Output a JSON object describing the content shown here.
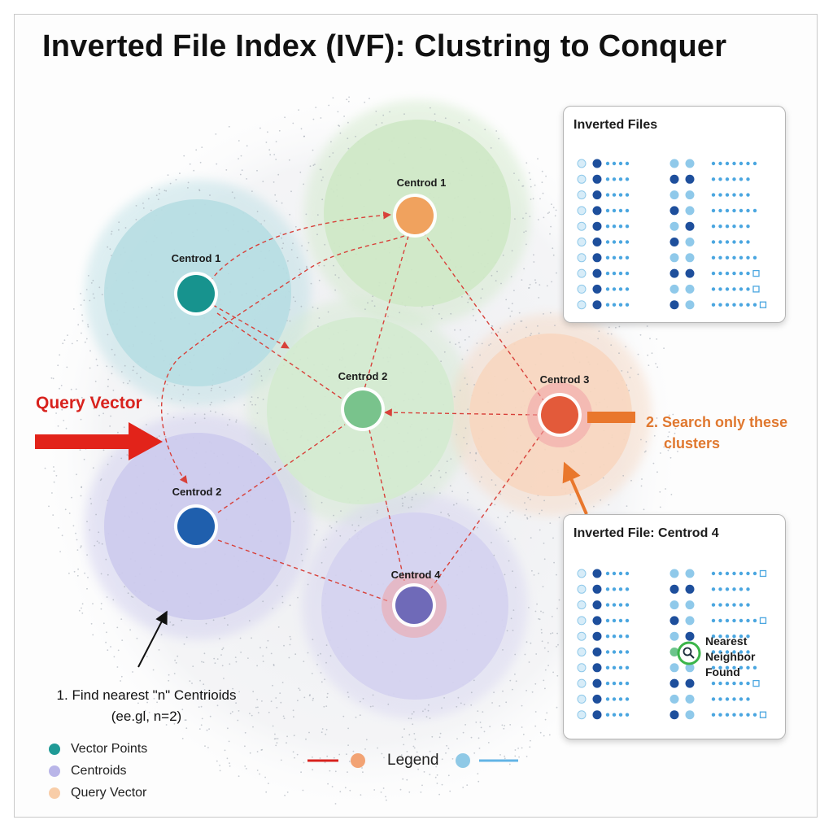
{
  "title": "Inverted File Index (IVF): Clustring to Conquer",
  "clusters": [
    {
      "label": "Centrod 1",
      "fill": "#b7dde3",
      "centroid_color": "#17938e"
    },
    {
      "label": "Centrod 1",
      "fill": "#cfe8c7",
      "centroid_color": "#f0a25e"
    },
    {
      "label": "Centrod 2",
      "fill": "#d4ead0",
      "centroid_color": "#79c38c"
    },
    {
      "label": "Centrod 3",
      "fill": "#f7d7c0",
      "centroid_color": "#e35a3a"
    },
    {
      "label": "Centrod 2",
      "fill": "#cdcbee",
      "centroid_color": "#1f5fad"
    },
    {
      "label": "Centrod 4",
      "fill": "#d5d3f0",
      "centroid_color": "#6f6ab8"
    }
  ],
  "query_vector_label": "Query Vector",
  "search_note": [
    "2. Search only these",
    "clusters"
  ],
  "find_note": [
    "1. Find nearest \"n\" Centrioids",
    "(ee.gl, n=2)"
  ],
  "panels": {
    "inverted_files": {
      "title": "Inverted Files"
    },
    "inverted_file_c4": {
      "title": "Inverted File: Centrod 4",
      "nearest_label": [
        "Nearest",
        "Neighbor",
        "Found"
      ]
    }
  },
  "legend_left": [
    {
      "label": "Vector Points",
      "color": "#1f9a96"
    },
    {
      "label": "Centroids",
      "color": "#b9b5e8"
    },
    {
      "label": "Query Vector",
      "color": "#f8cda8"
    }
  ],
  "legend_bottom": {
    "label": "Legend",
    "colors": [
      "#d8221d",
      "#f2a374",
      "#8fc9e6",
      "#62b4e5"
    ]
  },
  "colors": {
    "arrow_red": "#e2231a",
    "path_red": "#d8413a",
    "orange": "#e9772c",
    "dark_blue": "#1e4f9c",
    "light_blue": "#8fc9ea",
    "green_ring": "#3bb54a"
  }
}
